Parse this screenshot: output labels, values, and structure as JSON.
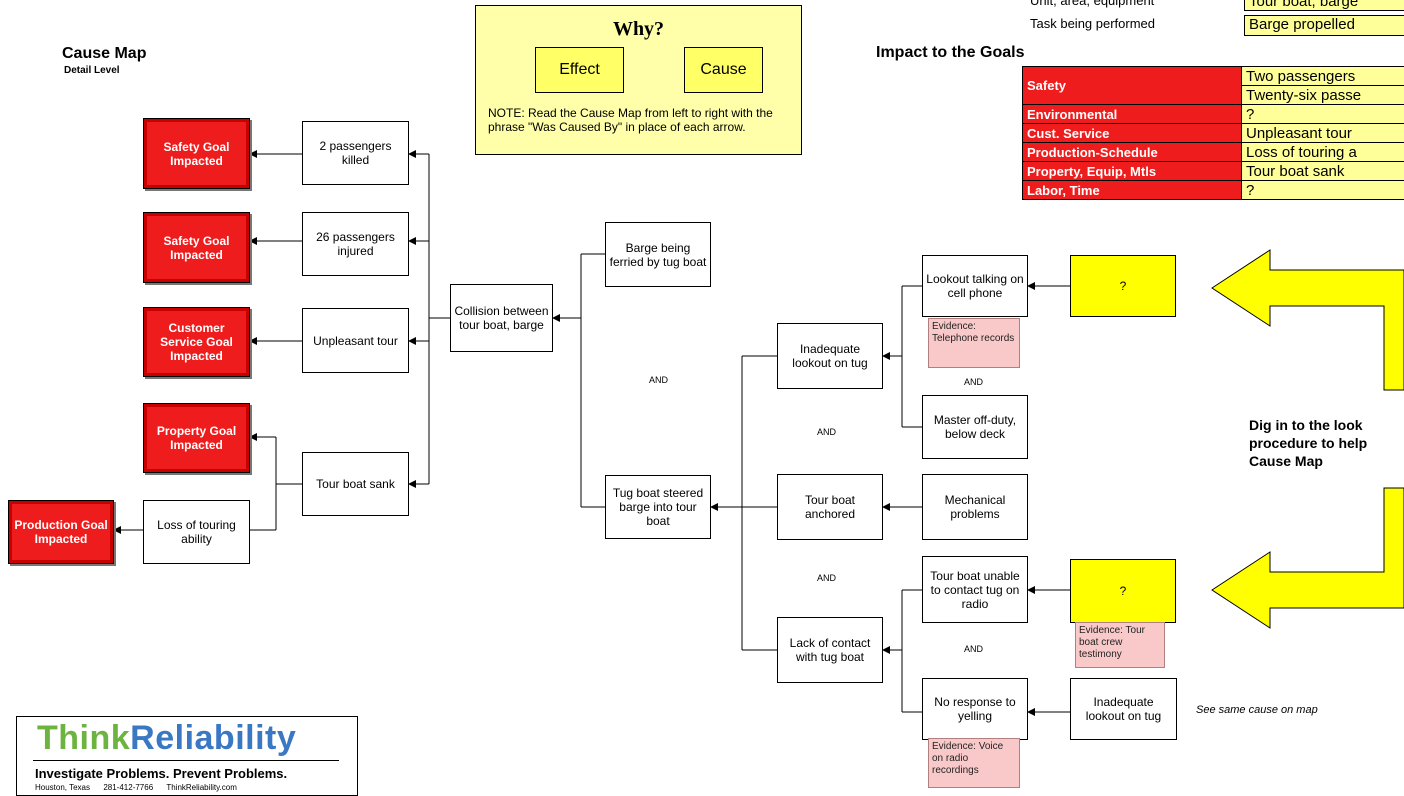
{
  "title": "Cause Map",
  "subtitle": "Detail Level",
  "why_box": {
    "heading": "Why?",
    "effect": "Effect",
    "cause": "Cause",
    "note": "NOTE:  Read the Cause Map from left to right with the phrase \"Was Caused By\" in place of each arrow."
  },
  "header_rows": {
    "unit_label": "Unit, area, equipment",
    "unit_value": "Tour boat, barge",
    "task_label": "Task being performed",
    "task_value": "Barge propelled"
  },
  "impact": {
    "title": "Impact to the Goals",
    "rows": [
      {
        "goal": "Safety",
        "values": [
          "Two passengers",
          "Twenty-six passe"
        ]
      },
      {
        "goal": "Environmental",
        "values": [
          "?"
        ]
      },
      {
        "goal": "Cust. Service",
        "values": [
          "Unpleasant tour"
        ]
      },
      {
        "goal": "Production-Schedule",
        "values": [
          "Loss of touring a"
        ]
      },
      {
        "goal": "Property, Equip, Mtls",
        "values": [
          "Tour boat sank"
        ]
      },
      {
        "goal": "Labor, Time",
        "values": [
          "?"
        ]
      }
    ]
  },
  "goals": {
    "safety1": "Safety Goal Impacted",
    "safety2": "Safety Goal Impacted",
    "customer": "Customer Service Goal Impacted",
    "property": "Property Goal Impacted",
    "production": "Production Goal Impacted"
  },
  "effects": {
    "killed": "2 passengers killed",
    "injured": "26 passengers injured",
    "unpleasant": "Unpleasant tour",
    "sank": "Tour boat sank",
    "loss": "Loss of touring ability"
  },
  "causes": {
    "collision": "Collision between tour boat, barge",
    "ferried": "Barge being ferried by tug boat",
    "steered": "Tug boat steered barge into tour boat",
    "inadequate": "Inadequate lookout on tug",
    "anchored": "Tour boat anchored",
    "lack": "Lack of contact with tug boat",
    "lookout_phone": "Lookout talking on cell phone",
    "master": "Master off-duty, below deck",
    "mechanical": "Mechanical problems",
    "unable": "Tour boat unable to contact tug on radio",
    "noresponse": "No response to yelling",
    "inadequate2": "Inadequate lookout on tug",
    "q1": "?",
    "q2": "?"
  },
  "evidence": {
    "phone": "Evidence: Telephone records",
    "crew": "Evidence: Tour boat crew testimony",
    "radio": "Evidence: Voice on radio recordings"
  },
  "and_label": "AND",
  "see_same": "See same cause on map",
  "dig_text": "Dig in to the look procedure to help Cause Map",
  "logo": {
    "think": "Think",
    "reliability": "Reliability",
    "tagline": "Investigate Problems. Prevent Problems.",
    "contact": "Houston, Texas      281-412-7766      ThinkReliability.com"
  },
  "colors": {
    "goal_red": "#ee1c1c",
    "question_yellow": "#ffff00",
    "why_bg": "#ffffaa",
    "evidence_pink": "#f9c9c9",
    "logo_green": "#6cb33f",
    "logo_blue": "#3a78c3"
  }
}
